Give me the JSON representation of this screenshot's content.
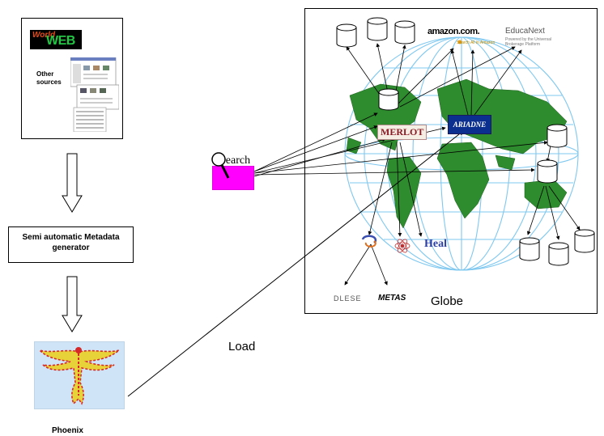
{
  "sources": {
    "www_logo_world": "World",
    "www_logo_web": "WEB",
    "other_sources": "Other sources"
  },
  "generator": {
    "label": "Semi automatic Metadata generator"
  },
  "phoenix": {
    "label": "Phoenix"
  },
  "search": {
    "label": "Search"
  },
  "load": {
    "label": "Load"
  },
  "globe": {
    "label": "Globe"
  },
  "repositories": {
    "amazon": "amazon.com.",
    "amazon_sub": "Search All in Amazon",
    "educanext": "EducaNext",
    "educanext_sub": "Powered by the Universal Brokerage Platform",
    "merlot": "MERLOT",
    "ariadne": "ARIADNE",
    "heal": "Heal",
    "dlese": "DLESE",
    "metas": "METAS"
  },
  "colors": {
    "search_box": "#ff00ff",
    "globe_grid": "#7fc8f0",
    "land": "#2e8b2e",
    "phoenix_bg": "#cfe4f7"
  }
}
